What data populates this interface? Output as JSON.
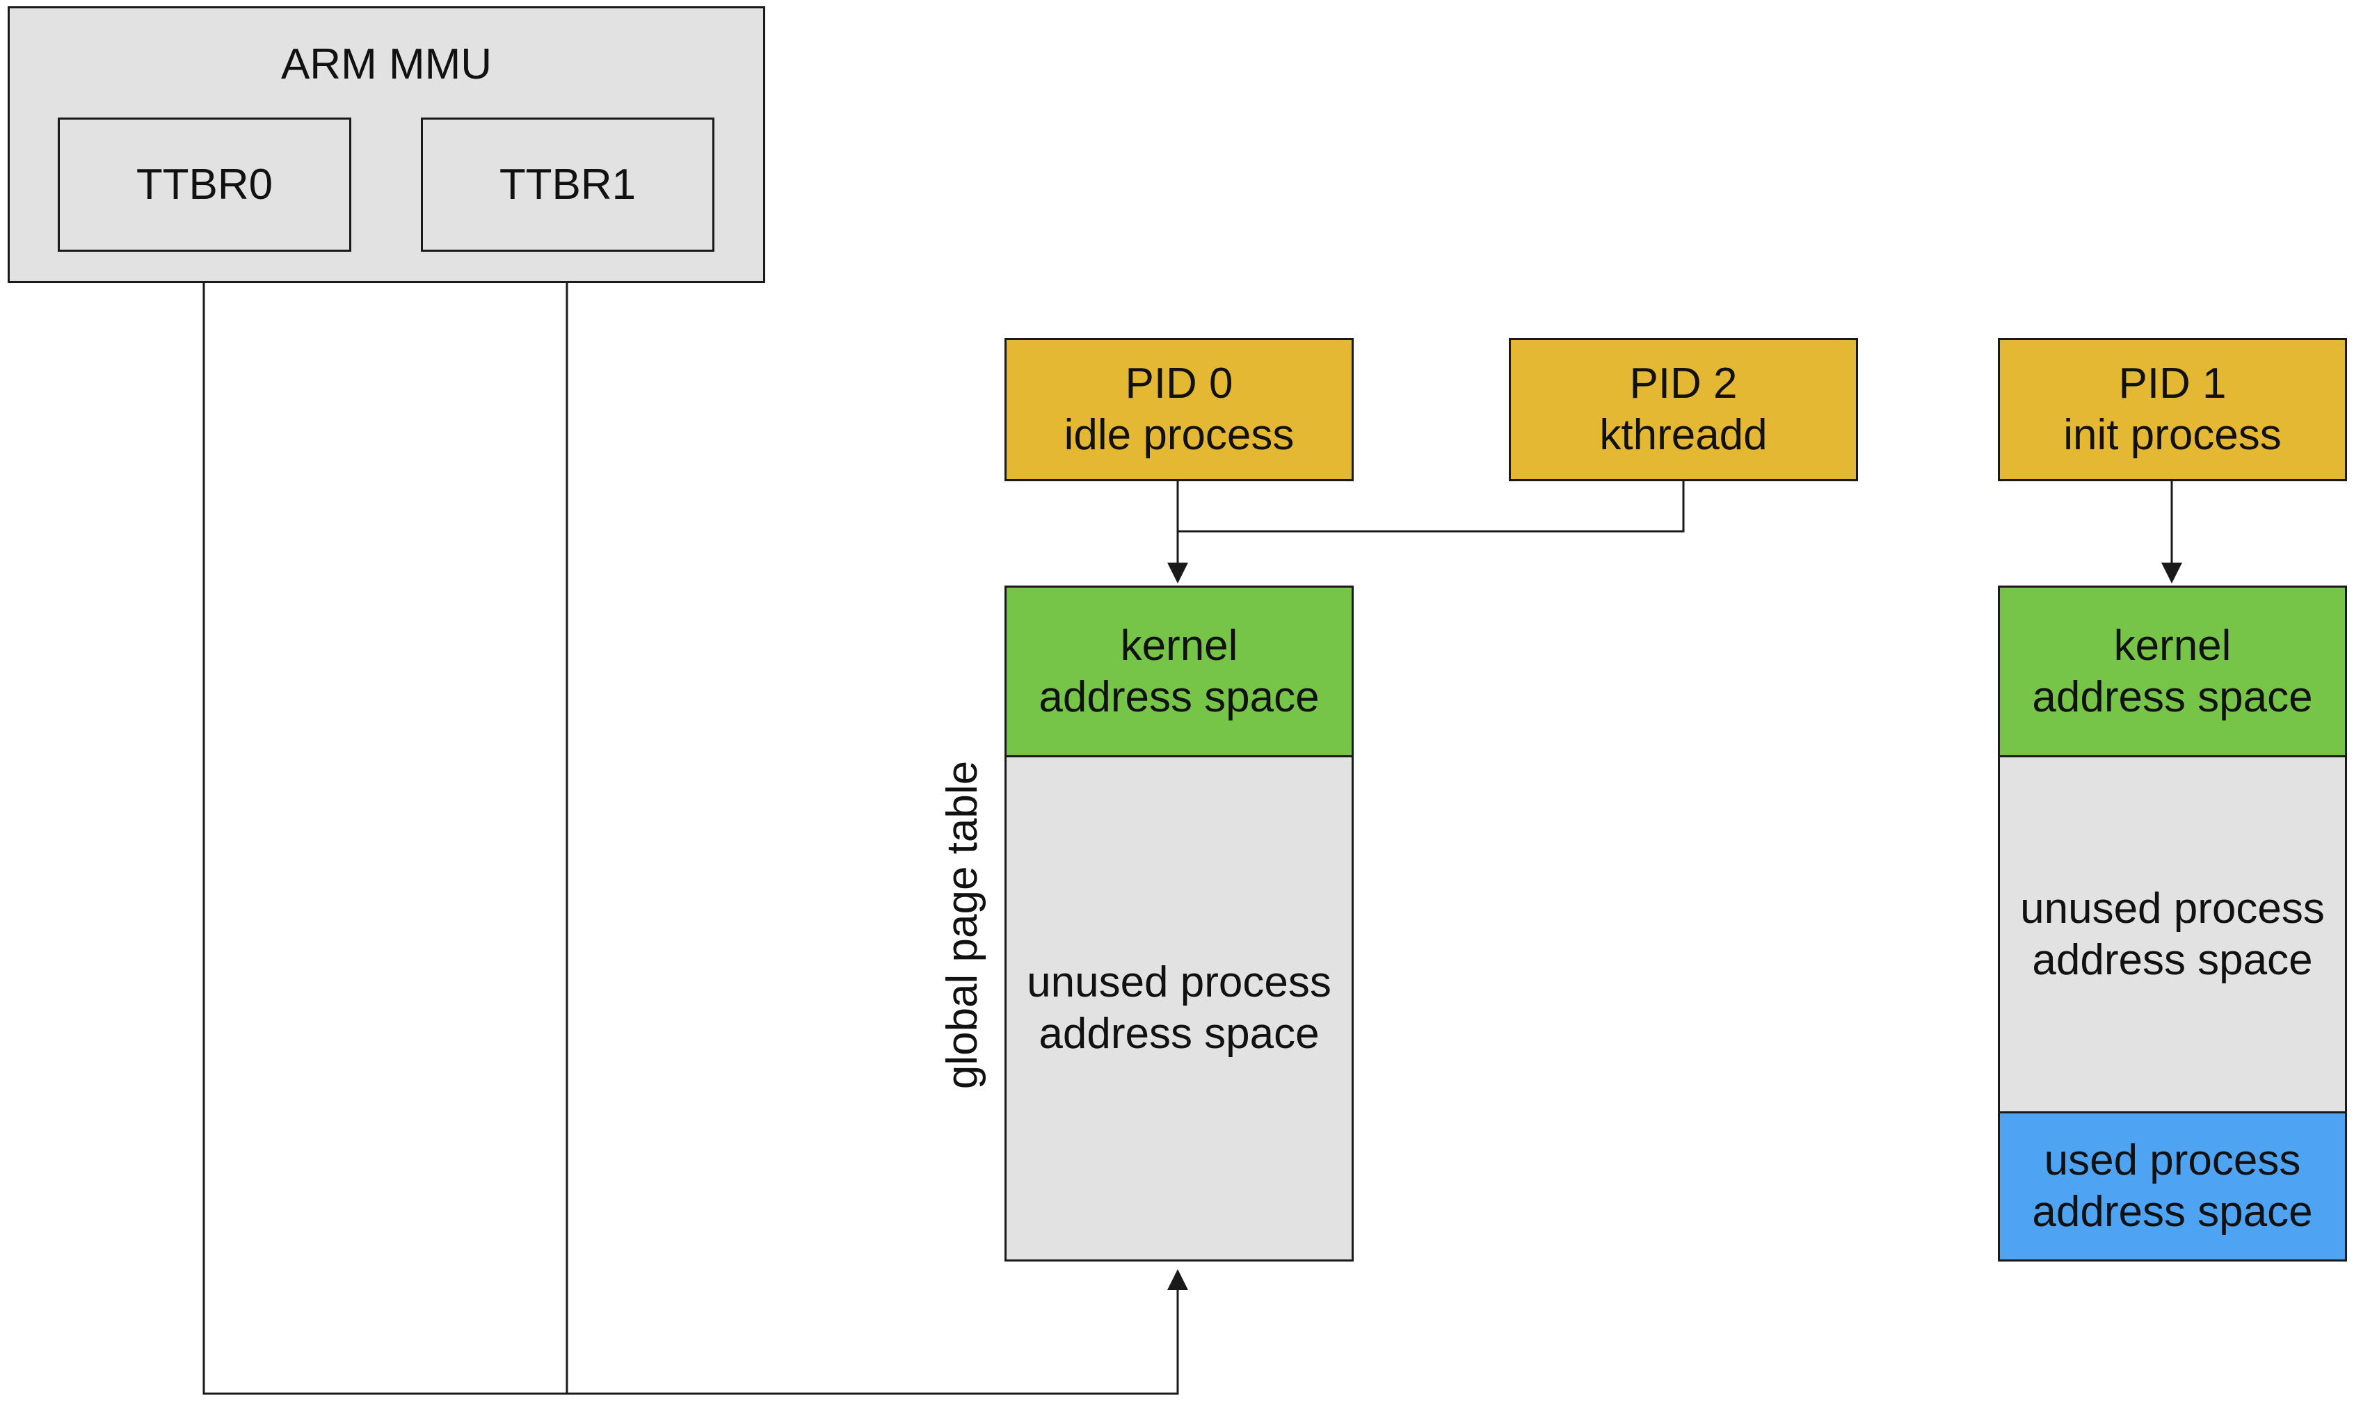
{
  "mmu": {
    "title": "ARM MMU",
    "ttbr0": "TTBR0",
    "ttbr1": "TTBR1"
  },
  "processes": {
    "pid0": {
      "line1": "PID 0",
      "line2": "idle process"
    },
    "pid2": {
      "line1": "PID 2",
      "line2": "kthreadd"
    },
    "pid1": {
      "line1": "PID 1",
      "line2": "init process"
    }
  },
  "global_table": {
    "label": "global page table",
    "kernel": {
      "line1": "kernel",
      "line2": "address space"
    },
    "unused": {
      "line1": "unused process",
      "line2": "address space"
    }
  },
  "init_table": {
    "kernel": {
      "line1": "kernel",
      "line2": "address space"
    },
    "unused": {
      "line1": "unused process",
      "line2": "address space"
    },
    "used": {
      "line1": "used process",
      "line2": "address space"
    }
  },
  "colors": {
    "process": "#e5b834",
    "kernel": "#77c548",
    "unused": "#e2e2e2",
    "used": "#4ea4f2",
    "line": "#1a1a1a"
  }
}
